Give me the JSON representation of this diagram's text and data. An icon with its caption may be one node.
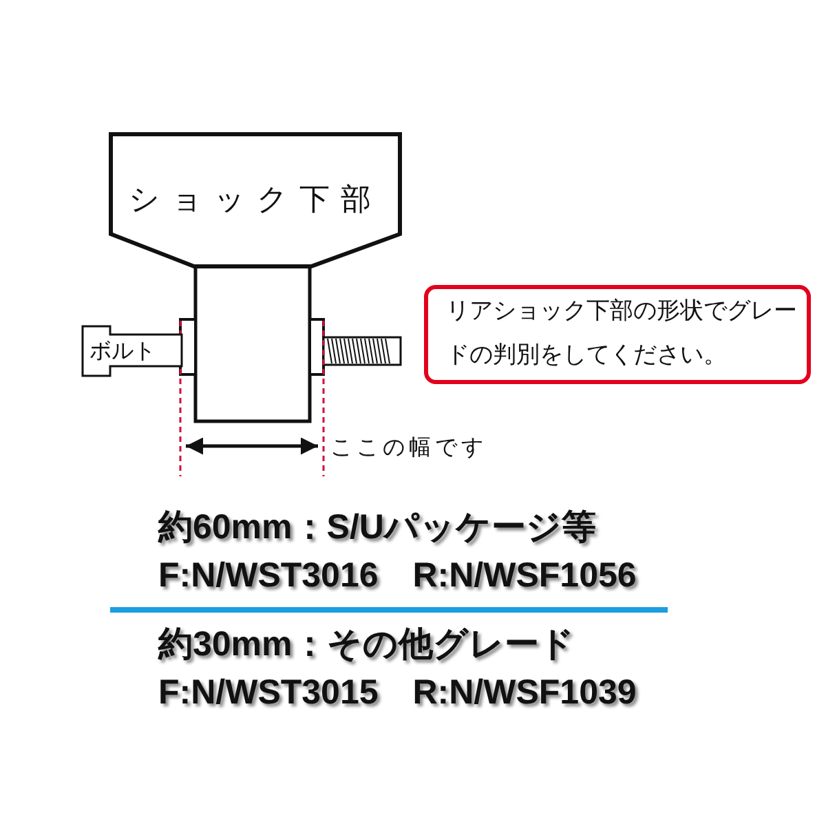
{
  "diagram": {
    "nodes": [
      {
        "text": [
          "ショック下部"
        ]
      },
      {
        "text": [
          "ボルト"
        ]
      },
      {
        "text": [
          "リアショック下部の形状でグレードの判別をしてください。"
        ]
      }
    ],
    "labels": [
      "ここの幅です",
      "約60mm：S/Uパッケージ等",
      "F:N/WST3016　R:N/WSF1056",
      "約30mm：その他グレード",
      "F:N/WST3015　R:N/WSF1039"
    ]
  }
}
